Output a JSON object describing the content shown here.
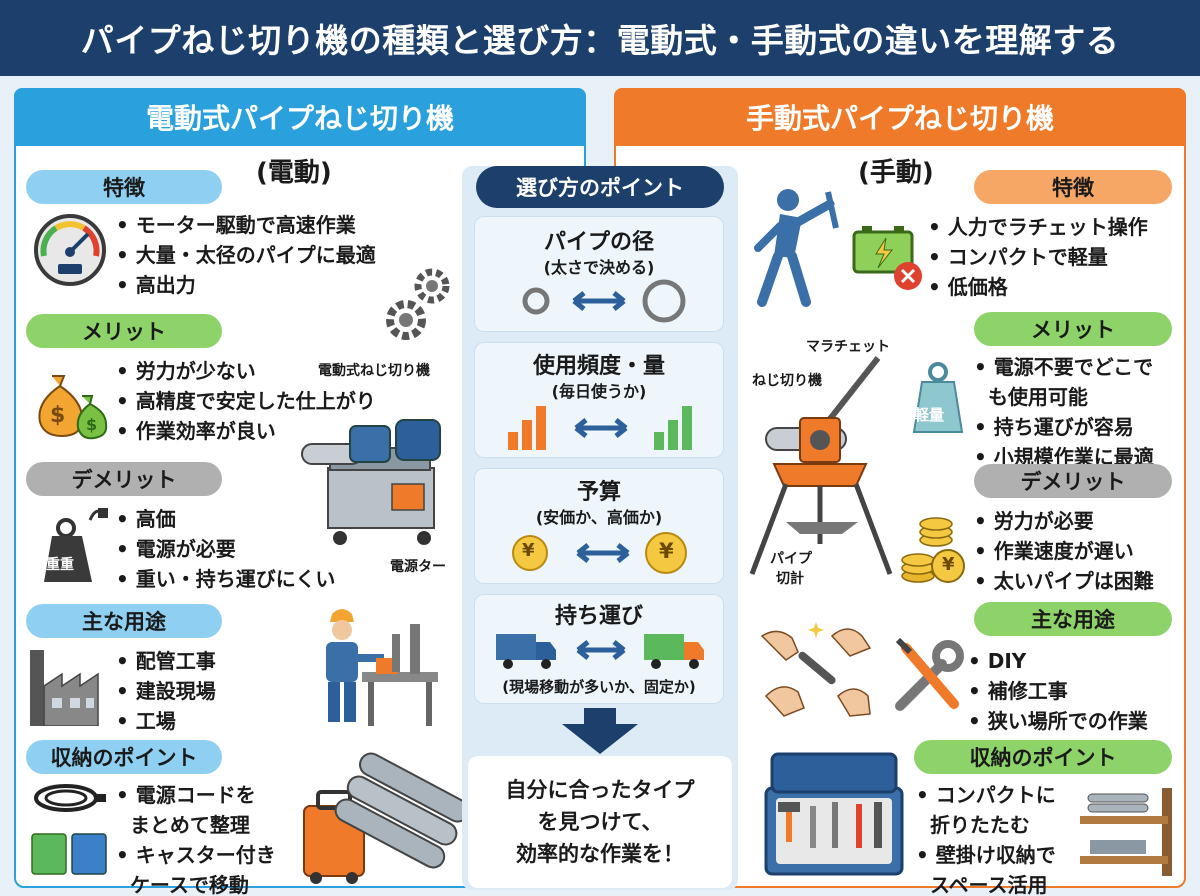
{
  "title": "パイプねじ切り機の種類と選び方：電動式・手動式の違いを理解する",
  "left": {
    "header": "電動式パイプねじ切り機",
    "sub_label": "(電動)",
    "features_label": "特徴",
    "features": [
      "モーター駆動で高速作業",
      "大量・太径のパイプに最適",
      "高出力"
    ],
    "merits_label": "メリット",
    "merits": [
      "労力が少ない",
      "高精度で安定した仕上がり",
      "作業効率が良い"
    ],
    "demerits_label": "デメリット",
    "demerits": [
      "高価",
      "電源が必要",
      "重い・持ち運びにくい"
    ],
    "weight_tag": "重重",
    "uses_label": "主な用途",
    "uses": [
      "配管工事",
      "建設現場",
      "工場"
    ],
    "storage_label": "収納のポイント",
    "storage": [
      "電源コードを",
      "まとめて整理",
      "キャスター付き",
      "ケースで移動"
    ],
    "machine_callout": "電動式ねじ切り機",
    "power_callout": "電源ター"
  },
  "right": {
    "header": "手動式パイプねじ切り機",
    "sub_label": "(手動)",
    "features_label": "特徴",
    "features": [
      "人力でラチェット操作",
      "コンパクトで軽量",
      "低価格"
    ],
    "merits_label": "メリット",
    "merits": [
      "電源不要でどこで",
      "も使用可能",
      "持ち運びが容易",
      "小規模作業に最適"
    ],
    "weight_tag": "軽量",
    "demerits_label": "デメリット",
    "demerits": [
      "労力が必要",
      "作業速度が遅い",
      "太いパイプは困難"
    ],
    "uses_label": "主な用途",
    "uses": [
      "DIY",
      "補修工事",
      "狭い場所での作業"
    ],
    "storage_label": "収納のポイント",
    "storage": [
      "コンパクトに",
      "折りたたむ",
      "壁掛け収納で",
      "スペース活用"
    ],
    "ratchet_callout": "マラチェット",
    "threader_callout": "ねじ切り機",
    "stand_callout_1": "パイプ",
    "stand_callout_2": "切計"
  },
  "center": {
    "header": "選び方のポイント",
    "cards": [
      {
        "title": "パイプの径",
        "sub": "(太さで決める)"
      },
      {
        "title": "使用頻度・量",
        "sub": "(毎日使うか)"
      },
      {
        "title": "予算",
        "sub": "(安価か、高価か)"
      },
      {
        "title": "持ち運び",
        "sub": "(現場移動が多いか、固定か)"
      }
    ],
    "yen": "¥",
    "result": [
      "自分に合ったタイプ",
      "を見つけて、",
      "効率的な作業を！"
    ]
  },
  "colors": {
    "navy": "#1d3f6b",
    "electric_blue": "#2aa0dc",
    "manual_orange": "#ef7a2a",
    "merit_green": "#8ed26a",
    "demerit_grey": "#b0b0b0"
  }
}
